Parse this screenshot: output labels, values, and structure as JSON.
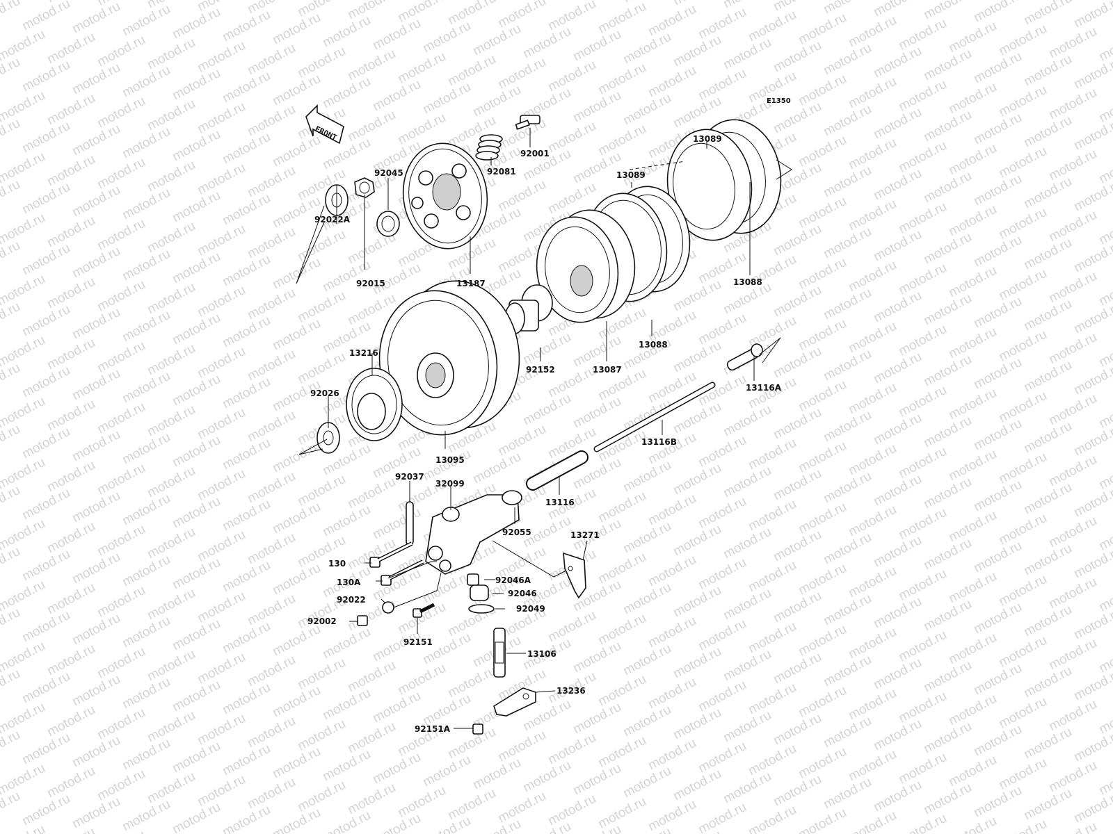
{
  "watermark": {
    "text": "motod.ru"
  },
  "diagram_code": "E1350",
  "front_label": "FRONT",
  "parts": {
    "p92001": "92001",
    "p92081": "92081",
    "p92045": "92045",
    "p92022A": "92022A",
    "p92015": "92015",
    "p13187": "13187",
    "p13089a": "13089",
    "p13089b": "13089",
    "p13088a": "13088",
    "p13088b": "13088",
    "p13087": "13087",
    "p92152": "92152",
    "p13216": "13216",
    "p92026": "92026",
    "p13095": "13095",
    "p13116A": "13116A",
    "p13116B": "13116B",
    "p13116": "13116",
    "p92037": "92037",
    "p32099": "32099",
    "p92055": "92055",
    "p13271": "13271",
    "p130": "130",
    "p130A": "130A",
    "p92046A": "92046A",
    "p92046": "92046",
    "p92022": "92022",
    "p92049": "92049",
    "p92002": "92002",
    "p92151": "92151",
    "p13106": "13106",
    "p13236": "13236",
    "p92151A": "92151A"
  }
}
